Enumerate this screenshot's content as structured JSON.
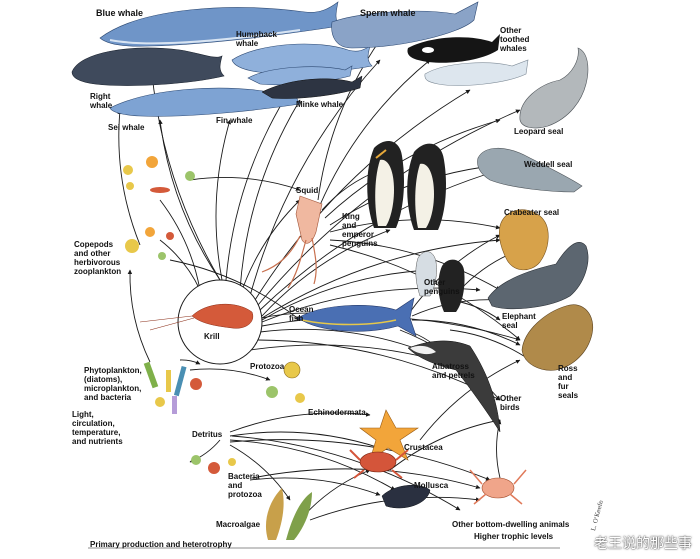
{
  "labels": {
    "blue_whale": "Blue whale",
    "sperm_whale": "Sperm whale",
    "other_toothed_whales": "Other\ntoothed\nwhales",
    "humpback_whale": "Humpback\nwhale",
    "right_whale": "Right\nwhale",
    "minke_whale": "Minke whale",
    "sei_whale": "Sei whale",
    "fin_whale": "Fin whale",
    "leopard_seal": "Leopard seal",
    "weddell_seal": "Weddell seal",
    "squid": "Squid",
    "king_emperor_penguins": "King\nand\nemperor\npenguins",
    "crabeater_seal": "Crabeater seal",
    "copepods": "Copepods\nand other\nherbivorous\nzooplankton",
    "other_penguins": "Other\npenguins",
    "elephant_seal": "Elephant\nseal",
    "ocean_fish": "Ocean\nfish",
    "krill": "Krill",
    "albatross": "Albatross\nand petrels",
    "ross_fur_seals": "Ross\nand\nfur\nseals",
    "phytoplankton": "Phytoplankton,\n(diatoms),\nmicroplankton,\nand bacteria",
    "protozoa": "Protozoa",
    "other_birds": "Other\nbirds",
    "light": "Light,\ncirculation,\ntemperature,\nand nutrients",
    "echinodermata": "Echinodermata",
    "detritus": "Detritus",
    "crustacea": "Crustacea",
    "bacteria_protozoa": "Bacteria\nand\nprotozoa",
    "mollusca": "Mollusca",
    "macroalgae": "Macroalgae",
    "other_bottom": "Other bottom-dwelling animals",
    "primary_production": "Primary production and heterotrophy",
    "higher_trophic": "Higher trophic levels",
    "signature": "L. O'Keefe",
    "watermark": "老王说的那些事"
  },
  "colors": {
    "arrow": "#1a1a1a",
    "whale_blue": "#6f95c8",
    "whale_dark": "#3f4a5c",
    "seal_gray": "#9aa7b0",
    "seal_tan": "#d7a24a",
    "krill_red": "#d45a3a",
    "starfish": "#f2a53a",
    "plankton_yellow": "#e8c84a",
    "fish_blue": "#4a6fb3"
  }
}
